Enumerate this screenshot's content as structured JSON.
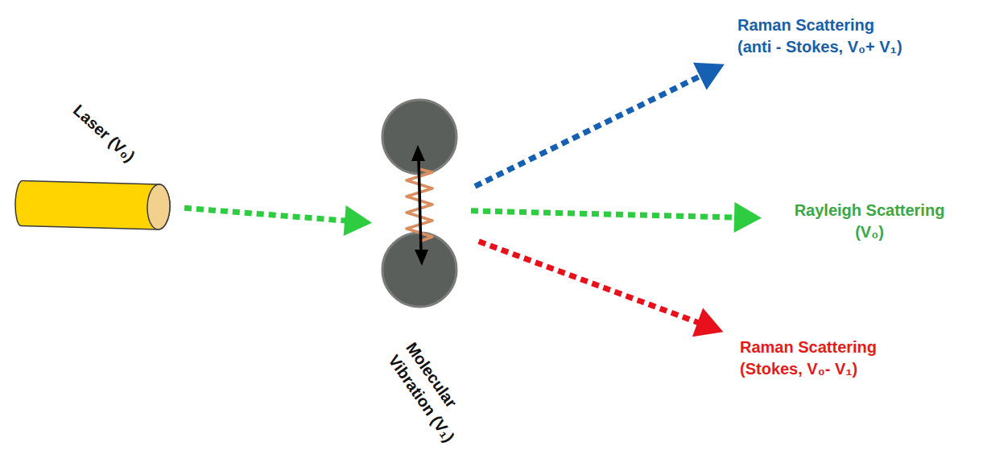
{
  "diagram": {
    "nodes": [
      {
        "text": [
          "Laser (V₀)"
        ]
      },
      {
        "text": [
          "Molecular Vibration (V₁)"
        ]
      },
      {
        "text": [
          "Raman Scattering",
          "(anti - Stokes, V₀+ V₁)"
        ]
      },
      {
        "text": [
          "Rayleigh Scattering",
          "(V₀)"
        ]
      },
      {
        "text": [
          "Raman Scattering",
          "(Stokes, V₀- V₁)"
        ]
      }
    ],
    "edges": [
      {
        "from": 0,
        "to": 1,
        "arrow": "to"
      },
      {
        "from": 1,
        "to": 2,
        "arrow": "to"
      },
      {
        "from": 1,
        "to": 3,
        "arrow": "to"
      },
      {
        "from": 1,
        "to": 4,
        "arrow": "to"
      }
    ]
  }
}
